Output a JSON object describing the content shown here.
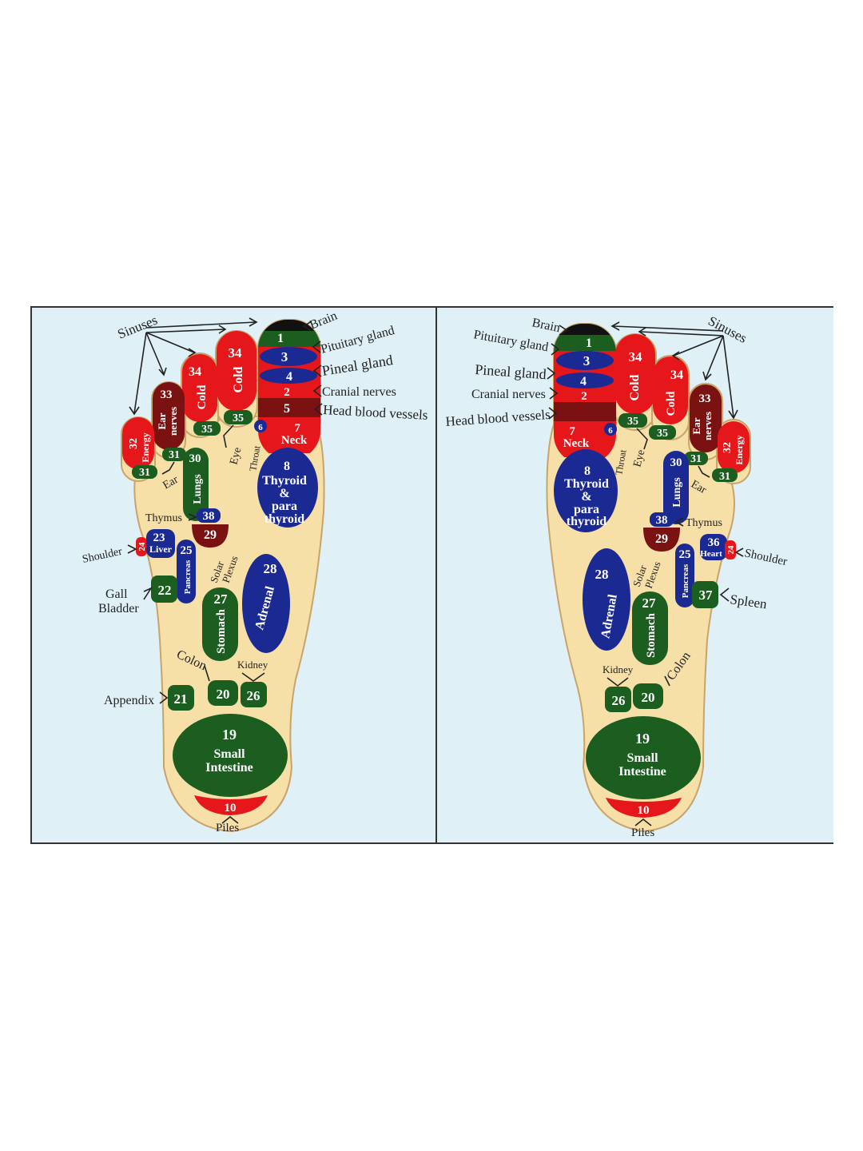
{
  "colors": {
    "background": "#dff0f7",
    "foot": "#f7dfa8",
    "foot_outline": "#c9a46a",
    "green": "#1b5e20",
    "red": "#e5171b",
    "blue": "#1b2a93",
    "maroon": "#7a1212",
    "black": "#111111",
    "divider": "#333333"
  },
  "left_foot": {
    "zones": [
      {
        "id": "1",
        "text": [
          "1"
        ]
      },
      {
        "id": "3",
        "text": [
          "3"
        ]
      },
      {
        "id": "4",
        "text": [
          "4"
        ]
      },
      {
        "id": "2",
        "text": [
          "2"
        ]
      },
      {
        "id": "5",
        "text": [
          "5"
        ]
      },
      {
        "id": "7",
        "text": [
          "7",
          "Neck"
        ]
      },
      {
        "id": "34a",
        "text": [
          "34",
          "Cold"
        ]
      },
      {
        "id": "34b",
        "text": [
          "34",
          "Cold"
        ]
      },
      {
        "id": "33",
        "text": [
          "33",
          "Ear",
          "nerves"
        ]
      },
      {
        "id": "32",
        "text": [
          "32",
          "Energy"
        ]
      },
      {
        "id": "35a",
        "text": [
          "35"
        ]
      },
      {
        "id": "35b",
        "text": [
          "35"
        ]
      },
      {
        "id": "31a",
        "text": [
          "31"
        ]
      },
      {
        "id": "31b",
        "text": [
          "31"
        ]
      },
      {
        "id": "6",
        "text": [
          "6"
        ]
      },
      {
        "id": "30",
        "text": [
          "30",
          "Lungs"
        ]
      },
      {
        "id": "8",
        "text": [
          "8",
          "Thyroid",
          "&",
          "para",
          "thyroid"
        ]
      },
      {
        "id": "38",
        "text": [
          "38"
        ]
      },
      {
        "id": "29",
        "text": [
          "29"
        ]
      },
      {
        "id": "24",
        "text": [
          "24"
        ]
      },
      {
        "id": "23",
        "text": [
          "23",
          "Liver"
        ]
      },
      {
        "id": "25",
        "text": [
          "25",
          "Pancreas"
        ]
      },
      {
        "id": "28",
        "text": [
          "28",
          "Adrenal"
        ]
      },
      {
        "id": "22",
        "text": [
          "22"
        ]
      },
      {
        "id": "27",
        "text": [
          "27",
          "Stomach"
        ]
      },
      {
        "id": "21",
        "text": [
          "21"
        ]
      },
      {
        "id": "20",
        "text": [
          "20"
        ]
      },
      {
        "id": "26",
        "text": [
          "26"
        ]
      },
      {
        "id": "19",
        "text": [
          "19",
          "Small",
          "Intestine"
        ]
      },
      {
        "id": "10",
        "text": [
          "10"
        ]
      }
    ],
    "labels": {
      "sinuses": "Sinuses",
      "brain": "Brain",
      "pituitary": "Pituitary gland",
      "pineal": "Pineal gland",
      "cranial": "Cranial nerves",
      "head_blood": "Head blood vessels",
      "eye": "Eye",
      "ear": "Ear",
      "throat": "Throat",
      "thymus": "Thymus",
      "shoulder": "Shoulder",
      "solar": "Solar",
      "plexus": "Plexus",
      "gall": "Gall",
      "bladder": "Bladder",
      "colon": "Colon",
      "kidney": "Kidney",
      "appendix": "Appendix",
      "piles": "Piles"
    }
  },
  "right_foot": {
    "zones": [
      {
        "id": "1",
        "text": [
          "1"
        ]
      },
      {
        "id": "3",
        "text": [
          "3"
        ]
      },
      {
        "id": "4",
        "text": [
          "4"
        ]
      },
      {
        "id": "2",
        "text": [
          "2"
        ]
      },
      {
        "id": "7",
        "text": [
          "7",
          "Neck"
        ]
      },
      {
        "id": "34a",
        "text": [
          "34",
          "Cold"
        ]
      },
      {
        "id": "34b",
        "text": [
          "34",
          "Cold"
        ]
      },
      {
        "id": "33",
        "text": [
          "33",
          "Ear",
          "nerves"
        ]
      },
      {
        "id": "32",
        "text": [
          "32",
          "Energy"
        ]
      },
      {
        "id": "35a",
        "text": [
          "35"
        ]
      },
      {
        "id": "35b",
        "text": [
          "35"
        ]
      },
      {
        "id": "31a",
        "text": [
          "31"
        ]
      },
      {
        "id": "31b",
        "text": [
          "31"
        ]
      },
      {
        "id": "6",
        "text": [
          "6"
        ]
      },
      {
        "id": "30",
        "text": [
          "30",
          "Lungs"
        ]
      },
      {
        "id": "8",
        "text": [
          "8",
          "Thyroid",
          "&",
          "para",
          "thyroid"
        ]
      },
      {
        "id": "38",
        "text": [
          "38"
        ]
      },
      {
        "id": "29",
        "text": [
          "29"
        ]
      },
      {
        "id": "36",
        "text": [
          "36",
          "Heart"
        ]
      },
      {
        "id": "24",
        "text": [
          "24"
        ]
      },
      {
        "id": "25",
        "text": [
          "25",
          "Pancreas"
        ]
      },
      {
        "id": "28",
        "text": [
          "28",
          "Adrenal"
        ]
      },
      {
        "id": "27",
        "text": [
          "27",
          "Stomach"
        ]
      },
      {
        "id": "37",
        "text": [
          "37"
        ]
      },
      {
        "id": "26",
        "text": [
          "26"
        ]
      },
      {
        "id": "20",
        "text": [
          "20"
        ]
      },
      {
        "id": "19",
        "text": [
          "19",
          "Small",
          "Intestine"
        ]
      },
      {
        "id": "10",
        "text": [
          "10"
        ]
      }
    ],
    "labels": {
      "sinuses": "Sinuses",
      "brain": "Brain",
      "pituitary": "Pituitary gland",
      "pineal": "Pineal gland",
      "cranial": "Cranial nerves",
      "head_blood": "Head blood vessels",
      "eye": "Eye",
      "ear": "Ear",
      "throat": "Throat",
      "thymus": "Thymus",
      "shoulder": "Shoulder",
      "solar": "Solar",
      "plexus": "Plexus",
      "spleen": "Spleen",
      "colon": "Colon",
      "kidney": "Kidney",
      "piles": "Piles"
    }
  }
}
